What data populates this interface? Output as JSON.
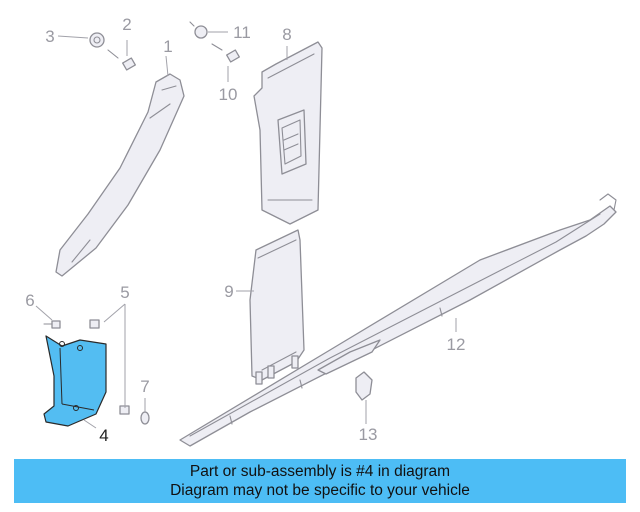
{
  "diagram": {
    "callouts": [
      "1",
      "2",
      "3",
      "4",
      "5",
      "6",
      "7",
      "8",
      "9",
      "10",
      "11",
      "12",
      "13"
    ],
    "highlighted_part": "4",
    "colors": {
      "highlight": "#53bdf2",
      "part_fill": "#eeeef4",
      "line": "#8e8e96",
      "label": "#9a9aa2",
      "caption_bg": "#4dbdf5"
    }
  },
  "caption": {
    "line1": "Part or sub-assembly is #4 in diagram",
    "line2": "Diagram may not be specific to your vehicle"
  }
}
